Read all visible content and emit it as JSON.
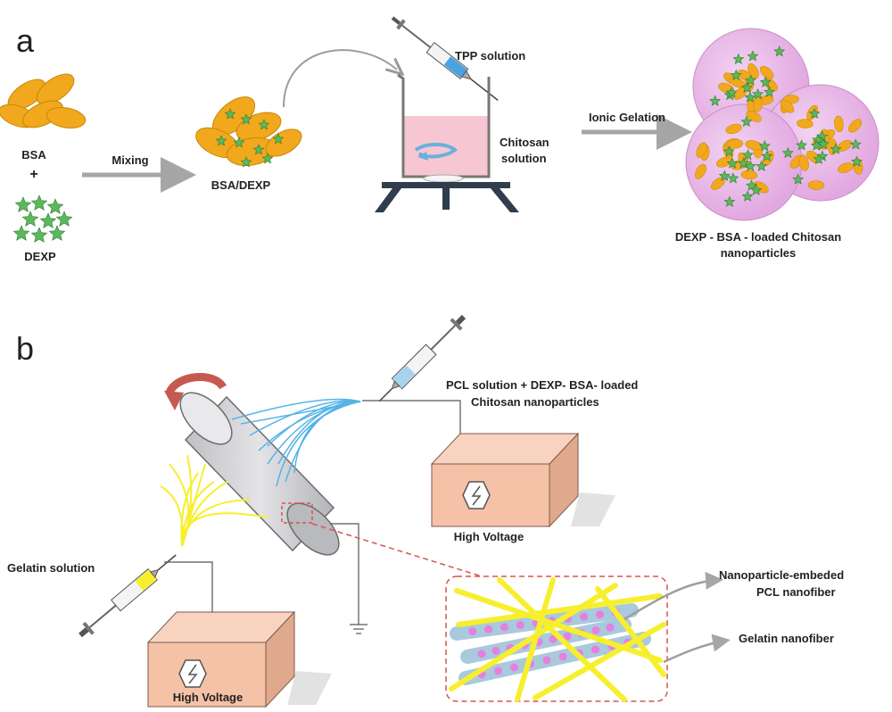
{
  "panel_a": {
    "letter": "a",
    "bsa": "BSA",
    "plus": "+",
    "dexp": "DEXP",
    "mixing": "Mixing",
    "bsa_dexp": "BSA/DEXP",
    "tpp": "TPP solution",
    "chitosan_1": "Chitosan",
    "chitosan_2": "solution",
    "ionic": "Ionic Gelation",
    "np_1": "DEXP - BSA - loaded Chitosan",
    "np_2": "nanoparticles"
  },
  "panel_b": {
    "letter": "b",
    "pcl_1": "PCL solution + DEXP- BSA- loaded",
    "pcl_2": "Chitosan nanoparticles",
    "hv_right": "High Voltage",
    "hv_left": "High Voltage",
    "gelatin_solution": "Gelatin solution",
    "np_fiber_1": "Nanoparticle-embeded",
    "np_fiber_2": "PCL nanofiber",
    "gelatin_fiber": "Gelatin nanofiber"
  },
  "colors": {
    "bsa_orange": "#f2a81d",
    "dexp_green": "#5cb85c",
    "np_pink": "#e7b8e6",
    "solution_pink": "#f6c7d2",
    "yellow_fiber": "#f7ef2d",
    "blue_fiber": "#55b3e6",
    "box_salmon": "#f5c2a7",
    "arrow_gray": "#a6a6a6",
    "red_dash": "#d9534f"
  }
}
